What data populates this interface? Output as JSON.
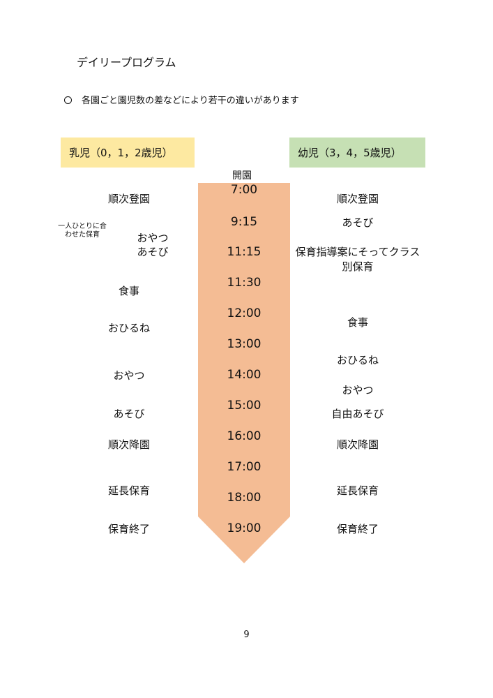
{
  "title": "デイリープログラム",
  "note": "各園ごと園児数の差などにより若干の違いがあります",
  "infant_header": "乳児（0，1，2歳児）",
  "toddler_header": "幼児（3，4，5歳児）",
  "open_label": "開園",
  "times": [
    "7:00",
    "9:15",
    "11:15",
    "11:30",
    "12:00",
    "13:00",
    "14:00",
    "15:00",
    "16:00",
    "17:00",
    "18:00",
    "19:00"
  ],
  "infant": {
    "individual_note": "一人ひとりに合わせた保育",
    "items": [
      "順次登園",
      "おやつ",
      "あそび",
      "食事",
      "おひるね",
      "おやつ",
      "あそび",
      "順次降園",
      "延長保育",
      "保育終了"
    ]
  },
  "toddler": {
    "items": [
      "順次登園",
      "あそび",
      "保育指導案にそってクラス別保育",
      "食事",
      "おひるね",
      "おやつ",
      "自由あそび",
      "順次降園",
      "延長保育",
      "保育終了"
    ]
  },
  "page_number": "9",
  "colors": {
    "arrow": "#f4bc94",
    "infant_box": "#fde9a1",
    "toddler_box": "#c6e0b4"
  }
}
